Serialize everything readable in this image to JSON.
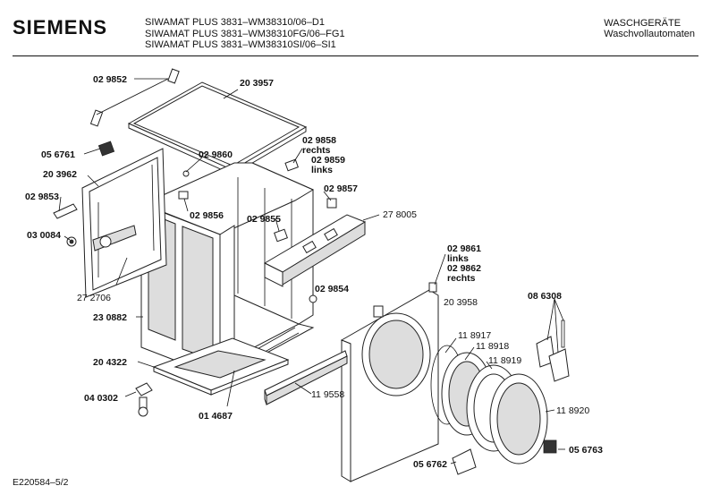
{
  "header": {
    "brand": "SIEMENS",
    "models": [
      "SIWAMAT PLUS 3831–WM38310/06–D1",
      "SIWAMAT PLUS 3831–WM38310FG/06–FG1",
      "SIWAMAT PLUS 3831–WM38310SI/06–SI1"
    ],
    "category": "WASCHGERÄTE",
    "subcategory": "Waschvollautomaten"
  },
  "footer": {
    "code": "E220584–5/2"
  },
  "parts": {
    "p029852": "02 9852",
    "p203957": "20 3957",
    "p056761": "05 6761",
    "p203962": "20 3962",
    "p029853": "02 9853",
    "p030084": "03 0084",
    "p272706": "27 2706",
    "p230882": "23 0882",
    "p204322": "20 4322",
    "p040302": "04 0302",
    "p014687": "01 4687",
    "p029860": "02 9860",
    "p029856": "02 9856",
    "p029858": "02 9858",
    "p029858_note": "rechts",
    "p029859": "02 9859",
    "p029859_note": "links",
    "p029857": "02 9857",
    "p029855": "02 9855",
    "p278005": "27 8005",
    "p029854": "02 9854",
    "p029861": "02 9861",
    "p029861_note": "links",
    "p029862": "02 9862",
    "p029862_note": "rechts",
    "p203958": "20 3958",
    "p086308": "08 6308",
    "p118917": "11 8917",
    "p118918": "11 8918",
    "p118919": "11 8919",
    "p119558": "11 9558",
    "p118920": "11 8920",
    "p056762": "05 6762",
    "p056763": "05 6763"
  }
}
